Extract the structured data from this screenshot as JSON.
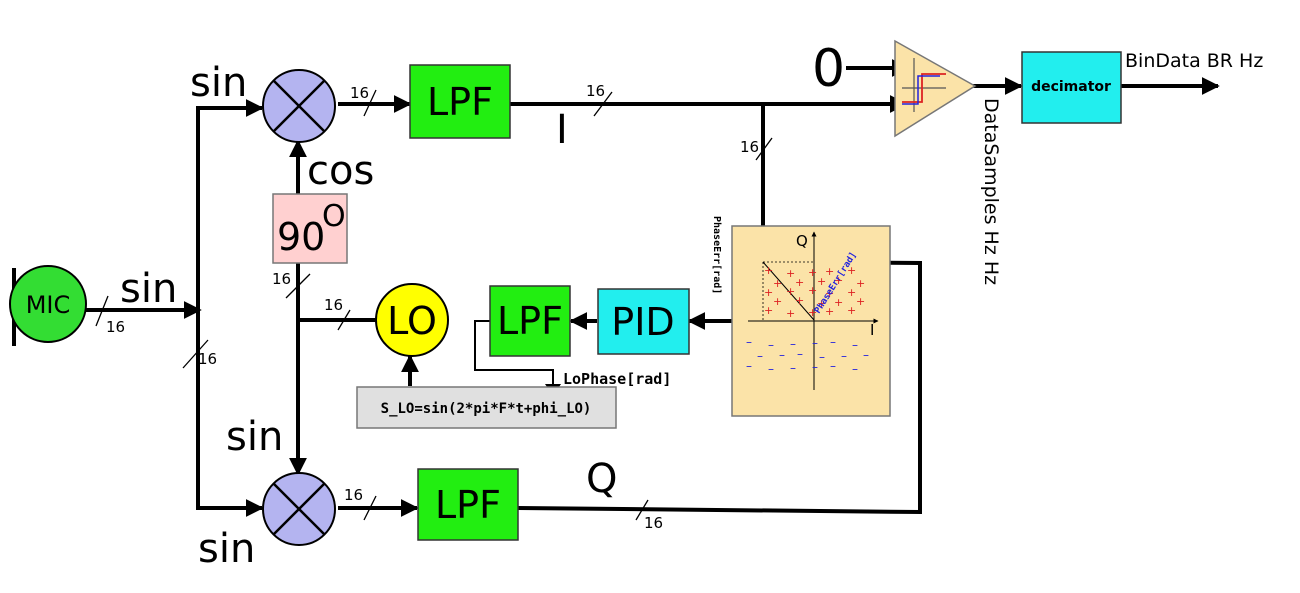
{
  "labels": {
    "mic": "MIC",
    "lo": "LO",
    "lpf_i": "LPF",
    "lpf_q": "LPF",
    "lpf_lo": "LPF",
    "pid": "PID",
    "phase_shift": "90",
    "phase_shift_sup": "O",
    "decimator": "decimator",
    "lo_formula": "S_LO=sin(2*pi*F*t+phi_LO)",
    "zero": "0",
    "bindata": "BinData BR Hz",
    "datasamples": "DataSamples Hz Hz",
    "lophase": "LoPhase[rad]",
    "phaseerr_axis": "PhaseErr[rad]",
    "phaseerr_diag": "PhaseErr[rad]",
    "i_label": "I",
    "q_label": "Q",
    "axis_i": "I",
    "axis_q": "Q",
    "sin_mic": "sin",
    "sin_top": "sin",
    "sin_mid": "sin",
    "sin_bottom": "sin",
    "cos": "cos"
  },
  "bus_widths": {
    "mic_out": "16",
    "split_down": "16",
    "mixer_top_out": "16",
    "i_line": "16",
    "i_tap": "16",
    "shift_out": "16",
    "lo_in": "16",
    "mixer_bottom_out": "16",
    "q_line": "16"
  },
  "colors": {
    "mic": "#33dd33",
    "lpf": "#22ee11",
    "pid": "#22eeee",
    "decimator": "#22eeee",
    "lo": "#ffff00",
    "mixer": "#b4b4f0",
    "phase_shift": "#ffd0d0",
    "formula_box": "#e0e0e0",
    "constellation_bg": "#fbe3a8",
    "comparator": "#fbe3a8"
  },
  "constellation": {
    "plus_count": 25,
    "minus_count": 18
  }
}
